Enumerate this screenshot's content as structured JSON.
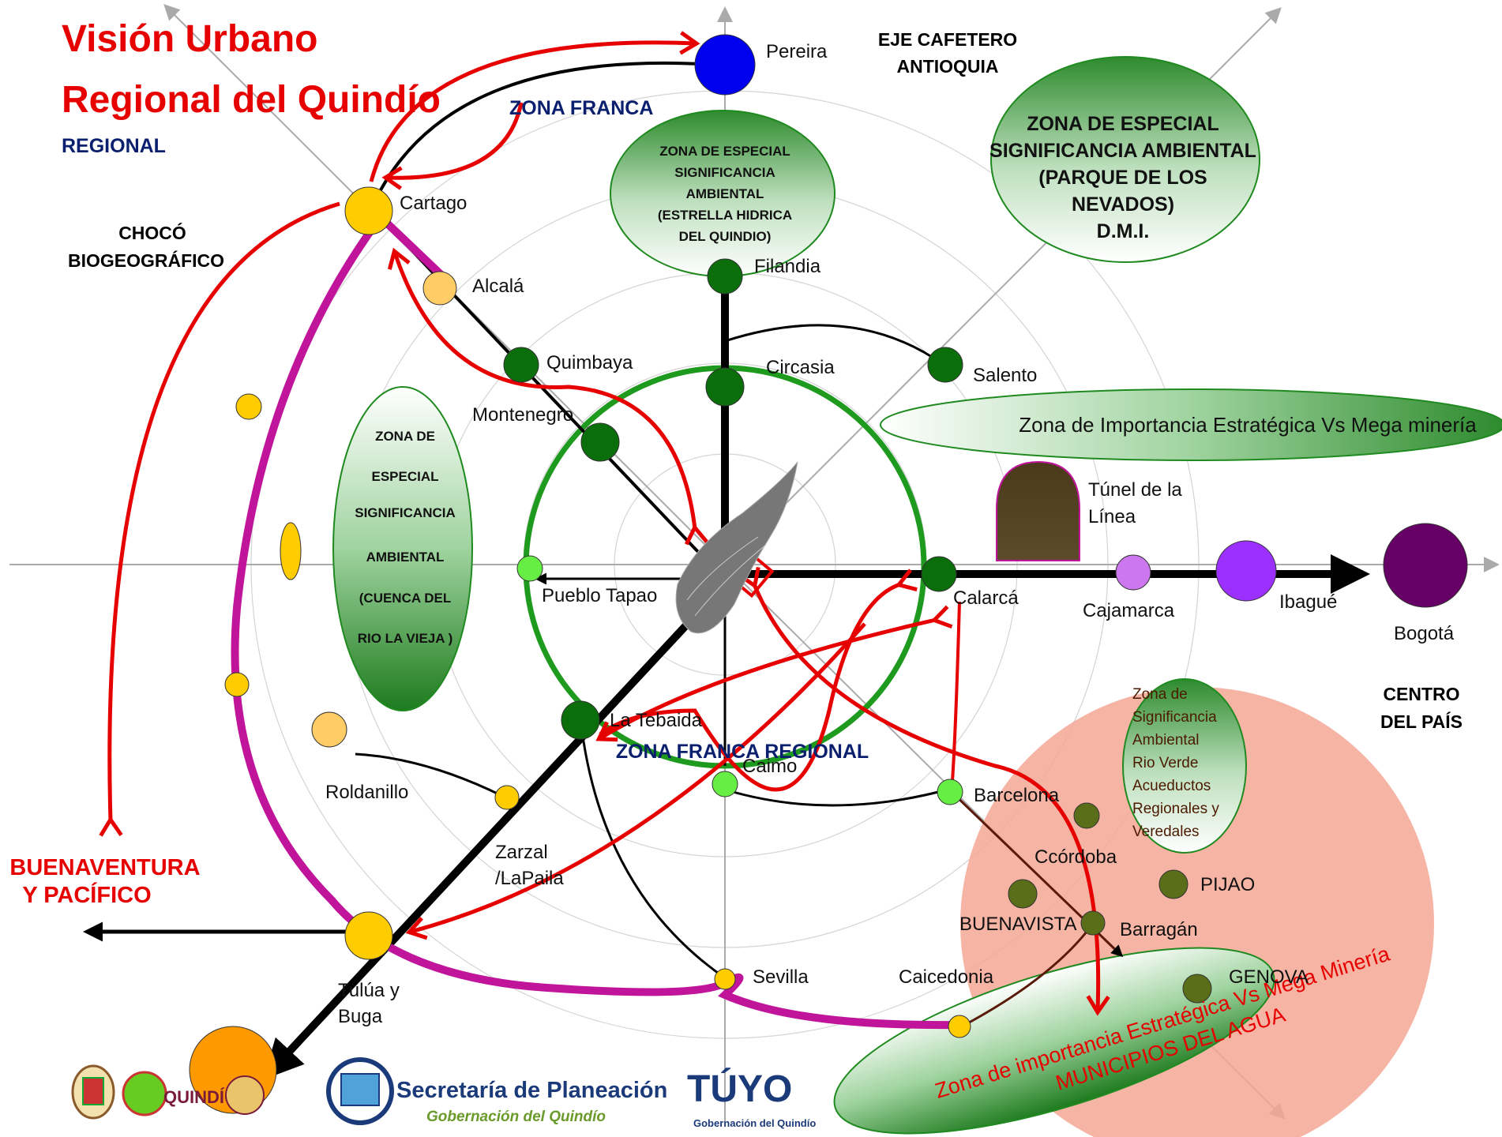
{
  "title_line1": "Visión Urbano",
  "title_line2": "Regional del Quindío",
  "zona_franca_a": "ZONA FRANCA",
  "zona_franca_b": "REGIONAL",
  "eje_1": "EJE CAFETERO",
  "eje_2": "ANTIOQUIA",
  "choco_1": "CHOCÓ",
  "choco_2": "BIOGEOGRÁFICO",
  "buenaventura_1": "BUENAVENTURA",
  "buenaventura_2": "Y PACÍFICO",
  "centro_1": "CENTRO",
  "centro_2": "DEL PAÍS",
  "zona_franca_center": "ZONA FRANCA REGIONAL",
  "zone_estrella": [
    "ZONA DE ESPECIAL",
    "SIGNIFICANCIA",
    "AMBIENTAL",
    "(ESTRELLA HIDRICA",
    "DEL QUINDIO)"
  ],
  "zone_nevados": [
    "ZONA DE ESPECIAL",
    "SIGNIFICANCIA AMBIENTAL",
    "(PARQUE DE LOS",
    "NEVADOS)",
    "D.M.I."
  ],
  "zone_rio_vieja": [
    "ZONA DE",
    "ESPECIAL",
    "SIGNIFICANCIA",
    "AMBIENTAL",
    "(CUENCA DEL",
    "RIO LA VIEJA )"
  ],
  "zone_rio_verde": [
    "Zona de",
    "Significancia",
    "Ambiental",
    "Rio Verde",
    "Acueductos",
    "Regionales y",
    "Veredales"
  ],
  "zone_mega_mineria": "Zona de Importancia Estratégica Vs Mega minería",
  "zone_agua_1": "Zona de importancia Estratégica Vs Mega Minería",
  "zone_agua_2": "MUNICIPIOS DEL AGUA",
  "cities": {
    "pereira": "Pereira",
    "cartago": "Cartago",
    "alcala": "Alcalá",
    "quimbaya": "Quimbaya",
    "montenegro": "Montenegro",
    "filandia": "Filandia",
    "circasia": "Circasia",
    "salento": "Salento",
    "pueblo_tapao": "Pueblo Tapao",
    "calarca": "Calarcá",
    "tunel_1": "Túnel de la",
    "tunel_2": "Línea",
    "cajamarca": "Cajamarca",
    "ibague": "Ibagué",
    "bogota": "Bogotá",
    "la_tebaida": "La Tebaida",
    "caimo": "Caimo",
    "barcelona": "Barcelona",
    "roldanillo": "Roldanillo",
    "zarzal_1": "Zarzal",
    "zarzal_2": "/LaPaila",
    "cordoba": "Ccórdoba",
    "pijao": "PIJAO",
    "buenavista": "BUENAVISTA",
    "barragan": "Barragán",
    "genova": "GENOVA",
    "caicedonia": "Caicedonia",
    "sevilla": "Sevilla",
    "tulua_1": "Tulúa  y",
    "tulua_2": "Buga"
  },
  "logos": {
    "quindio": "QUINDÍO",
    "planeacion_1": "Secretaría de Planeación",
    "planeacion_2": "Gobernación del Quindío",
    "tuyo": "TÚYO",
    "tuyo_sub": "Gobernación del Quindío"
  },
  "colors": {
    "red": "#e60000",
    "green_node": "#0a6e0a",
    "light_green_node": "#66ee44",
    "yellow_node": "#ffcc00",
    "magenta": "#c0149b",
    "navy": "#0a1f6e",
    "blue": "#0000ee",
    "purple": "#9b30ff",
    "dark_purple": "#660066",
    "orange": "#ff9900"
  }
}
